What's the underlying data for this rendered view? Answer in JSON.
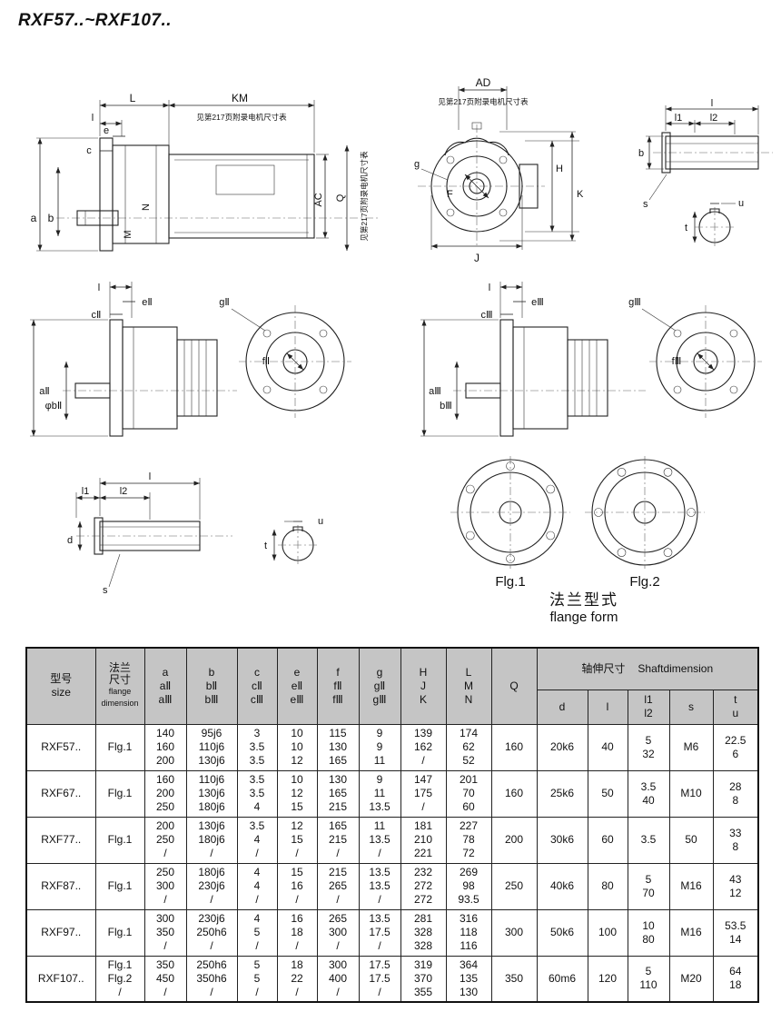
{
  "page": {
    "title": "RXF57..~RXF107.."
  },
  "notes": {
    "motor_ref": "见第217页附录电机尺寸表"
  },
  "figures": {
    "fig1_label": "Flg.1",
    "fig2_label": "Flg.2",
    "flange_form_cn": "法兰型式",
    "flange_form_en": "flange form"
  },
  "labels": {
    "d1": {
      "L": "L",
      "KM": "KM",
      "l": "l",
      "e": "e",
      "c": "c",
      "a": "a",
      "b": "b",
      "M": "M",
      "N": "N",
      "AC": "AC",
      "Q": "Q"
    },
    "d2": {
      "AD": "AD",
      "g": "g",
      "F": "F",
      "H": "H",
      "K": "K",
      "J": "J"
    },
    "d3": {
      "l": "l",
      "l1": "l1",
      "l2": "l2",
      "b": "b",
      "s": "s",
      "t": "t",
      "u": "u"
    },
    "d4": {
      "l": "l",
      "e2": "eⅡ",
      "c2": "cⅡ",
      "g2": "gⅡ",
      "f2": "fⅡ",
      "a2": "aⅡ",
      "b2": "φbⅡ"
    },
    "d5": {
      "l": "l",
      "e3": "eⅢ",
      "c3": "cⅢ",
      "g3": "gⅢ",
      "f3": "fⅢ",
      "a3": "aⅢ",
      "b3": "bⅢ"
    },
    "d6": {
      "l": "l",
      "l1": "l1",
      "l2": "l2",
      "d": "d",
      "s": "s",
      "t": "t",
      "u": "u"
    }
  },
  "table": {
    "headers": {
      "model": [
        "型号",
        "size"
      ],
      "flange": [
        "法兰",
        "尺寸",
        "flange",
        "dimension"
      ],
      "a": [
        "a",
        "aⅡ",
        "aⅢ"
      ],
      "b": [
        "b",
        "bⅡ",
        "bⅢ"
      ],
      "c": [
        "c",
        "cⅡ",
        "cⅢ"
      ],
      "e": [
        "e",
        "eⅡ",
        "eⅢ"
      ],
      "f": [
        "f",
        "fⅡ",
        "fⅢ"
      ],
      "g": [
        "g",
        "gⅡ",
        "gⅢ"
      ],
      "hjk": [
        "H",
        "J",
        "K"
      ],
      "lmn": [
        "L",
        "M",
        "N"
      ],
      "q": [
        "Q"
      ],
      "shaft_group_cn": "轴伸尺寸",
      "shaft_group_en": "Shaftdimension",
      "d": [
        "d"
      ],
      "l": [
        "l"
      ],
      "l1l2": [
        "l1",
        "l2"
      ],
      "s": [
        "s"
      ],
      "tu": [
        "t",
        "u"
      ]
    },
    "rows": [
      {
        "model": "RXF57..",
        "flange": [
          "Flg.1"
        ],
        "a": [
          "140",
          "160",
          "200"
        ],
        "b": [
          "95j6",
          "110j6",
          "130j6"
        ],
        "c": [
          "3",
          "3.5",
          "3.5"
        ],
        "e": [
          "10",
          "10",
          "12"
        ],
        "f": [
          "115",
          "130",
          "165"
        ],
        "g": [
          "9",
          "9",
          "11"
        ],
        "hjk": [
          "139",
          "162",
          "/"
        ],
        "lmn": [
          "174",
          "62",
          "52"
        ],
        "q": "160",
        "d": "20k6",
        "l": "40",
        "l1l2": [
          "5",
          "32"
        ],
        "s": "M6",
        "tu": [
          "22.5",
          "6"
        ]
      },
      {
        "model": "RXF67..",
        "flange": [
          "Flg.1"
        ],
        "a": [
          "160",
          "200",
          "250"
        ],
        "b": [
          "110j6",
          "130j6",
          "180j6"
        ],
        "c": [
          "3.5",
          "3.5",
          "4"
        ],
        "e": [
          "10",
          "12",
          "15"
        ],
        "f": [
          "130",
          "165",
          "215"
        ],
        "g": [
          "9",
          "11",
          "13.5"
        ],
        "hjk": [
          "147",
          "175",
          "/"
        ],
        "lmn": [
          "201",
          "70",
          "60"
        ],
        "q": "160",
        "d": "25k6",
        "l": "50",
        "l1l2": [
          "3.5",
          "40"
        ],
        "s": "M10",
        "tu": [
          "28",
          "8"
        ]
      },
      {
        "model": "RXF77..",
        "flange": [
          "Flg.1"
        ],
        "a": [
          "200",
          "250",
          "/"
        ],
        "b": [
          "130j6",
          "180j6",
          "/"
        ],
        "c": [
          "3.5",
          "4",
          "/"
        ],
        "e": [
          "12",
          "15",
          "/"
        ],
        "f": [
          "165",
          "215",
          "/"
        ],
        "g": [
          "11",
          "13.5",
          "/"
        ],
        "hjk": [
          "181",
          "210",
          "221"
        ],
        "lmn": [
          "227",
          "78",
          "72"
        ],
        "q": "200",
        "d": "30k6",
        "l": "60",
        "l1l2": [
          "3.5"
        ],
        "s": "50",
        "tu": [
          "33",
          "8"
        ]
      },
      {
        "model": "RXF87..",
        "flange": [
          "Flg.1"
        ],
        "a": [
          "250",
          "300",
          "/"
        ],
        "b": [
          "180j6",
          "230j6",
          "/"
        ],
        "c": [
          "4",
          "4",
          "/"
        ],
        "e": [
          "15",
          "16",
          "/"
        ],
        "f": [
          "215",
          "265",
          "/"
        ],
        "g": [
          "13.5",
          "13.5",
          "/"
        ],
        "hjk": [
          "232",
          "272",
          "272"
        ],
        "lmn": [
          "269",
          "98",
          "93.5"
        ],
        "q": "250",
        "d": "40k6",
        "l": "80",
        "l1l2": [
          "5",
          "70"
        ],
        "s": "M16",
        "tu": [
          "43",
          "12"
        ]
      },
      {
        "model": "RXF97..",
        "flange": [
          "Flg.1"
        ],
        "a": [
          "300",
          "350",
          "/"
        ],
        "b": [
          "230j6",
          "250h6",
          "/"
        ],
        "c": [
          "4",
          "5",
          "/"
        ],
        "e": [
          "16",
          "18",
          "/"
        ],
        "f": [
          "265",
          "300",
          "/"
        ],
        "g": [
          "13.5",
          "17.5",
          "/"
        ],
        "hjk": [
          "281",
          "328",
          "328"
        ],
        "lmn": [
          "316",
          "118",
          "116"
        ],
        "q": "300",
        "d": "50k6",
        "l": "100",
        "l1l2": [
          "10",
          "80"
        ],
        "s": "M16",
        "tu": [
          "53.5",
          "14"
        ]
      },
      {
        "model": "RXF107..",
        "flange": [
          "Flg.1",
          "Flg.2",
          "/"
        ],
        "a": [
          "350",
          "450",
          "/"
        ],
        "b": [
          "250h6",
          "350h6",
          "/"
        ],
        "c": [
          "5",
          "5",
          "/"
        ],
        "e": [
          "18",
          "22",
          "/"
        ],
        "f": [
          "300",
          "400",
          "/"
        ],
        "g": [
          "17.5",
          "17.5",
          "/"
        ],
        "hjk": [
          "319",
          "370",
          "355"
        ],
        "lmn": [
          "364",
          "135",
          "130"
        ],
        "q": "350",
        "d": "60m6",
        "l": "120",
        "l1l2": [
          "5",
          "110"
        ],
        "s": "M20",
        "tu": [
          "64",
          "18"
        ]
      }
    ]
  }
}
